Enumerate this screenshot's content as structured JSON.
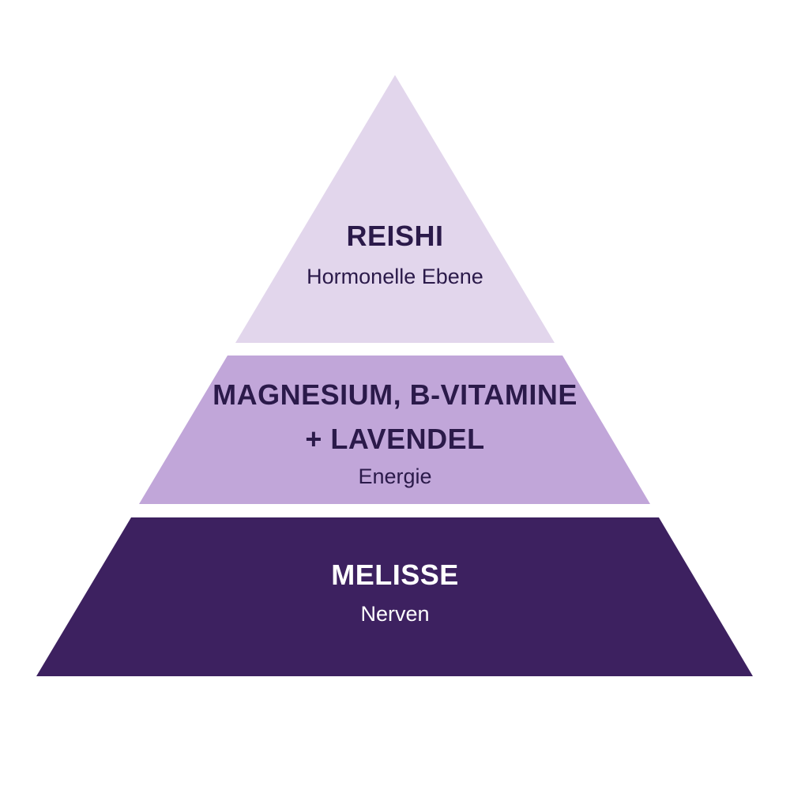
{
  "pyramid": {
    "tiers": [
      {
        "title": "REISHI",
        "subtitle": "Hormonelle Ebene",
        "color": "#e2d6ec"
      },
      {
        "title_line1": "MAGNESIUM, B-VITAMINE",
        "title_line2": "+ LAVENDEL",
        "subtitle": "Energie",
        "color": "#c1a6d9"
      },
      {
        "title": "MELISSE",
        "subtitle": "Nerven",
        "color": "#3d2160"
      }
    ],
    "text_dark_color": "#2b1a4a",
    "text_light_color": "#ffffff"
  }
}
